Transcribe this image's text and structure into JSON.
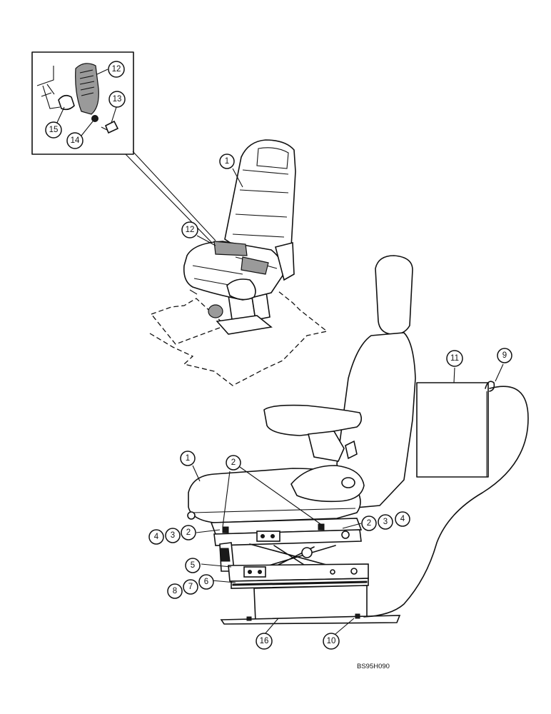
{
  "drawing_code": "BS95H090",
  "callouts": [
    {
      "label": "12",
      "part": "inset-knob"
    },
    {
      "label": "13",
      "part": "inset-screw"
    },
    {
      "label": "14",
      "part": "inset-washer"
    },
    {
      "label": "15",
      "part": "inset-cap"
    },
    {
      "label": "1",
      "part": "upper-seat"
    },
    {
      "label": "12",
      "part": "upper-seat-knob"
    },
    {
      "label": "11",
      "part": "panel"
    },
    {
      "label": "9",
      "part": "cable"
    },
    {
      "label": "1",
      "part": "lower-seat"
    },
    {
      "label": "2",
      "part": "rail-left-top"
    },
    {
      "label": "2",
      "part": "rail-right"
    },
    {
      "label": "3",
      "part": "rail-right"
    },
    {
      "label": "4",
      "part": "rail-right"
    },
    {
      "label": "4",
      "part": "rail-left"
    },
    {
      "label": "3",
      "part": "rail-left"
    },
    {
      "label": "2",
      "part": "rail-left"
    },
    {
      "label": "5",
      "part": "suspension"
    },
    {
      "label": "8",
      "part": "mount-left"
    },
    {
      "label": "7",
      "part": "mount-left"
    },
    {
      "label": "6",
      "part": "mount-left"
    },
    {
      "label": "16",
      "part": "base"
    },
    {
      "label": "10",
      "part": "base-fastener"
    }
  ]
}
